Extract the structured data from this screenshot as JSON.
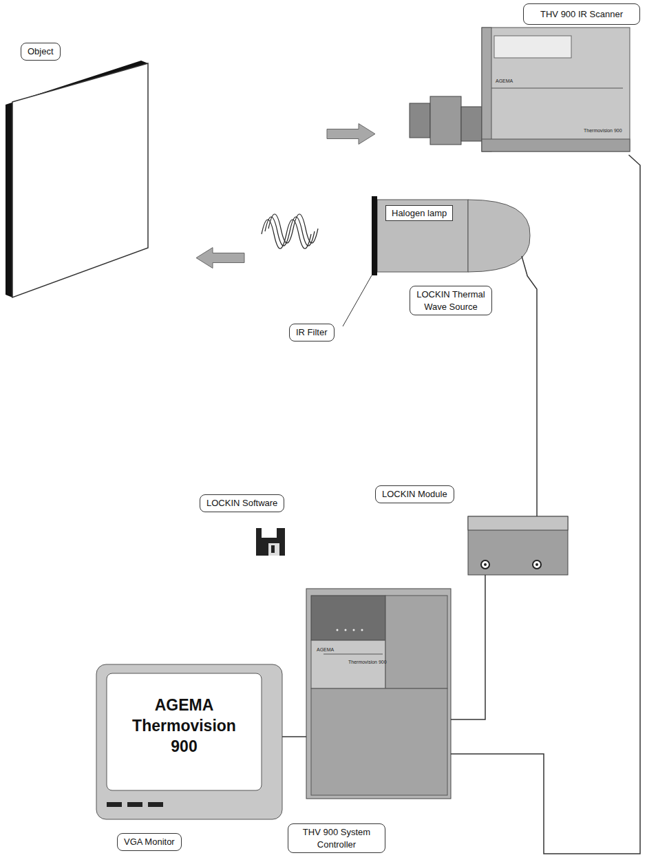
{
  "diagram": {
    "nodes": [
      {
        "text": [
          "Object"
        ]
      },
      {
        "text": [
          "THV 900 IR Scanner"
        ]
      },
      {
        "text": [
          "LOCKIN Thermal Wave Source"
        ]
      },
      {
        "text": [
          "Halogen lamp"
        ],
        "in": 2
      },
      {
        "text": [
          "LOCKIN Module"
        ]
      },
      {
        "text": [
          "LOCKIN Software"
        ]
      },
      {
        "text": [
          "AGEMA Thermovision 900",
          "VGA Monitor"
        ]
      },
      {
        "text": [
          "THV 900 System Controller"
        ]
      }
    ],
    "edges": [
      {
        "from": 0,
        "to": 1,
        "arrow": "to"
      },
      {
        "from": 2,
        "to": 0,
        "arrow": "to"
      },
      {
        "from": 1,
        "to": 7,
        "arrow": "none"
      },
      {
        "from": 2,
        "to": 4,
        "arrow": "none"
      },
      {
        "from": 4,
        "to": 7,
        "arrow": "none"
      },
      {
        "from": 6,
        "to": 7,
        "arrow": "none"
      }
    ],
    "labels": [
      "IR Filter",
      "AGEMA",
      "Thermovision 900",
      "AGEMA",
      "Thermovision 900"
    ]
  }
}
